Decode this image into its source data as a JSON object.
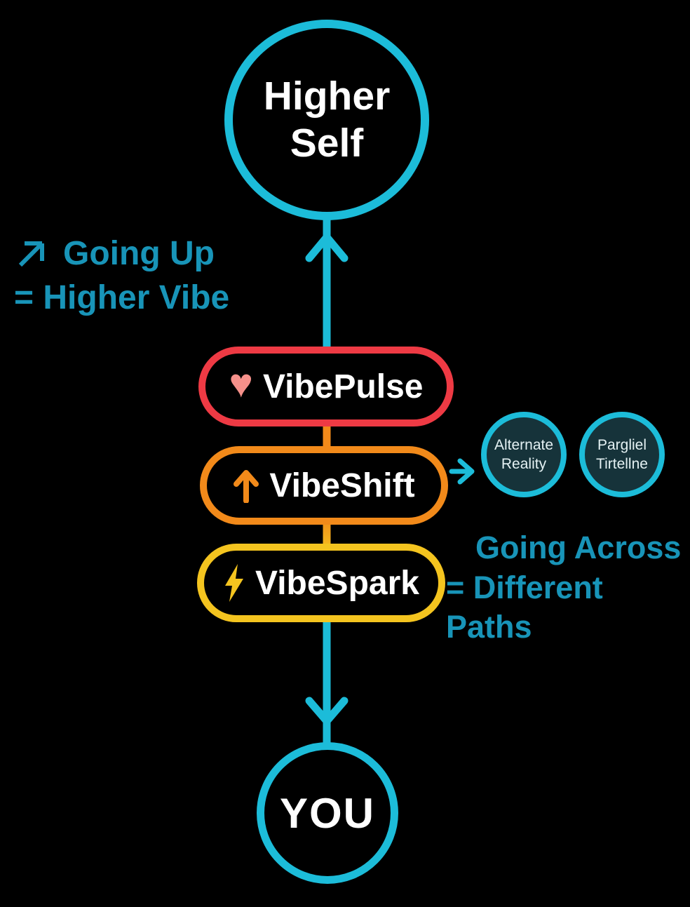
{
  "colors": {
    "background": "#000000",
    "cyan": "#1cbcd9",
    "teal-text": "#1894b8",
    "red": "#ee3a44",
    "heart-pink": "#f5908a",
    "orange": "#f28a1a",
    "yellow": "#f4c41f",
    "node-fill": "#16333a",
    "white": "#ffffff"
  },
  "nodes": {
    "higher_self": {
      "line1": "Higher",
      "line2": "Self"
    },
    "you": {
      "label": "YOU"
    },
    "alternate_reality": {
      "line1": "Alternate",
      "line2": "Reality"
    },
    "parallel_timeline": {
      "line1": "Pargliel",
      "line2": "Tirtellne"
    }
  },
  "pills": [
    {
      "label": "VibePulse",
      "icon": "heart-icon",
      "icon_glyph": "♥",
      "border_color": "#ee3a44"
    },
    {
      "label": "VibeShift",
      "icon": "up-arrow-icon",
      "border_color": "#f28a1a"
    },
    {
      "label": "VibeSpark",
      "icon": "lightning-icon",
      "border_color": "#f4c41f"
    }
  ],
  "annotations": {
    "going_up": {
      "icon": "northeast-arrow-icon",
      "line1": "Going Up",
      "line2": "= Higher Vibe"
    },
    "going_across": {
      "line1": "Going Across",
      "line2": "= Different Paths"
    }
  },
  "edges": [
    {
      "from": "VibePulse",
      "to": "Higher Self",
      "direction": "up",
      "color": "#1cbcd9"
    },
    {
      "from": "VibePulse",
      "to": "VibeShift",
      "direction": "down",
      "color": "#f28a1a"
    },
    {
      "from": "VibeShift",
      "to": "VibeSpark",
      "direction": "down",
      "color": "gradient-orange-to-yellow"
    },
    {
      "from": "VibeSpark",
      "to": "YOU",
      "direction": "down",
      "color": "#1cbcd9"
    },
    {
      "from": "VibeShift",
      "to": "Alternate Reality",
      "direction": "right",
      "color": "#1cbcd9"
    }
  ]
}
